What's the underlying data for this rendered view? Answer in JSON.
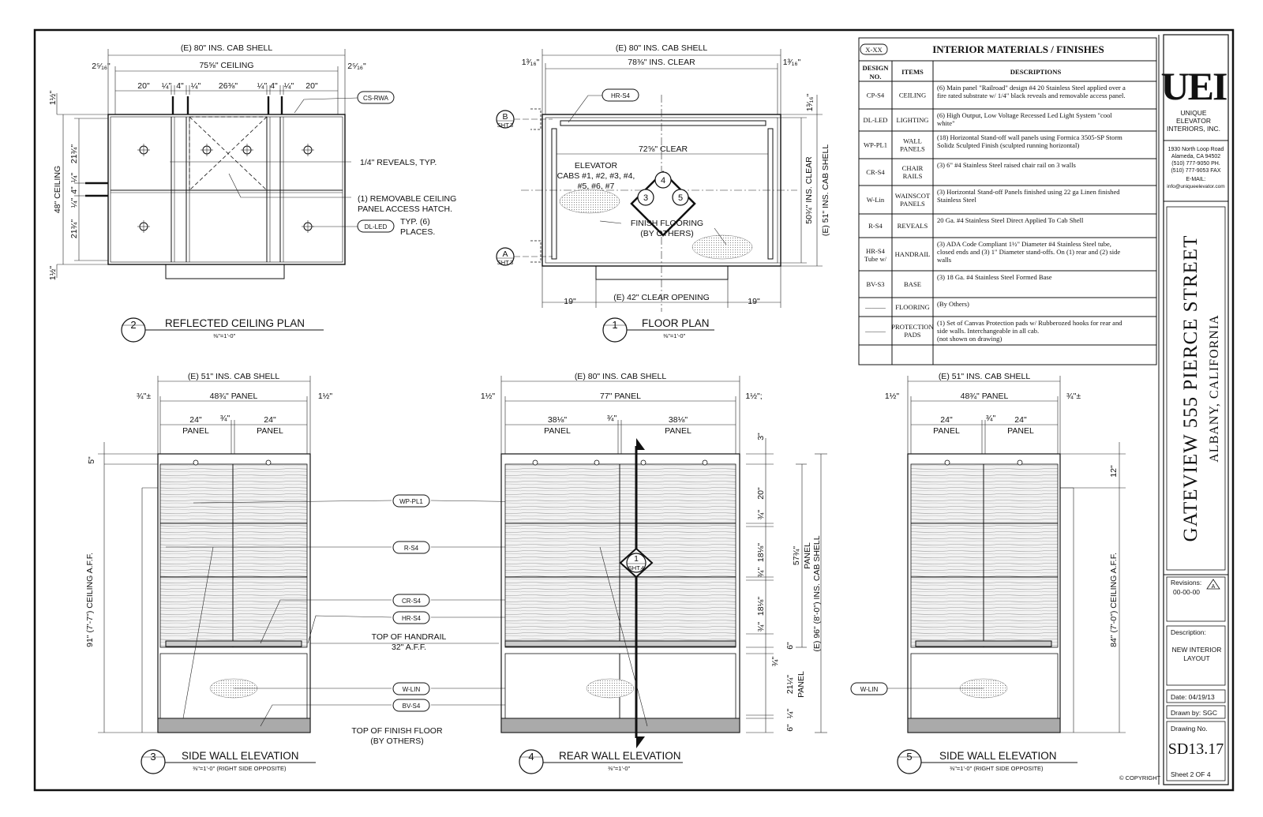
{
  "sheet": {
    "border_color": "#111111"
  },
  "ceiling_plan": {
    "dims": {
      "shell": "(E) 80\" INS. CAB SHELL",
      "ceiling": "75⅝\" CEILING",
      "left_gap": "2⁵⁄₁₆\"",
      "right_gap": "2⁵⁄₁₆\"",
      "seg_20a": "20\"",
      "seg_q1": "¼\"",
      "seg_4a": "4\"",
      "seg_q2": "¼\"",
      "seg_26": "26⅜\"",
      "seg_q3": "¼\"",
      "seg_4b": "4\"",
      "seg_q4": "¼\"",
      "seg_20b": "20\"",
      "top_half": "1½\"",
      "bot_half": "1½\"",
      "v_21a": "21¾\"",
      "v_q1": "¼\"",
      "v_4": "4\"",
      "v_q2": "¼\"",
      "v_21b": "21¾\"",
      "ceiling_depth": "48\" CEILING"
    },
    "notes": {
      "reveals": "1/4\" REVEALS, TYP.",
      "hatch_1": "(1) REMOVABLE CEILING",
      "hatch_2": "PANEL ACCESS HATCH.",
      "typ_1": "TYP. (6)",
      "typ_2": "PLACES."
    },
    "tags": {
      "cs": "CS-RWA",
      "dl": "DL-LED"
    },
    "title": {
      "num": "2",
      "name": "REFLECTED CEILING PLAN",
      "scale": "⅜\"=1'-0\""
    }
  },
  "floor_plan": {
    "dims": {
      "shell": "(E) 80\" INS. CAB SHELL",
      "clear": "78⅜\" INS. CLEAR",
      "left_gap": "1³⁄₁₆\"",
      "right_gap": "1³⁄₁₆\"",
      "inner_clear": "72⅝\" CLEAR",
      "depth_clear": "50¾\" INS. CLEAR",
      "depth_shell": "(E) 51\" INS. CAB SHELL",
      "top_gap": "1³⁄₁₆\"",
      "left_19": "19\"",
      "opening": "(E) 42\" CLEAR OPENING",
      "right_19": "19\""
    },
    "notes": {
      "cabs_1": "ELEVATOR",
      "cabs_2": "CABS #1, #2, #3, #4,",
      "cabs_3": "#5, #6, #7",
      "floor_1": "FINISH FLOORING",
      "floor_2": "(BY OTHERS)"
    },
    "tags": {
      "hr": "HR-S4"
    },
    "section_b": {
      "letter": "B",
      "sheet": "SHT.3"
    },
    "section_a": {
      "letter": "A",
      "sheet": "SHT.3"
    },
    "key": {
      "top": "4",
      "left": "3",
      "right": "5"
    },
    "title": {
      "num": "1",
      "name": "FLOOR PLAN",
      "scale": "⅜\"=1'-0\""
    }
  },
  "materials": {
    "tag": "X-XX",
    "title": "INTERIOR MATERIALS / FINISHES",
    "headers": {
      "design": "DESIGN",
      "design2": "NO.",
      "items": "ITEMS",
      "desc": "DESCRIPTIONS"
    },
    "rows": [
      {
        "code": "CP-S4",
        "code2": "",
        "item": "CEILING",
        "item2": "",
        "desc": [
          "(6) Main panel \"Railroad\" design #4 20 Stainless Steel applied over a",
          "fire rated substrate w/ 1/4\" black reveals and removable access panel."
        ]
      },
      {
        "code": "DL-LED",
        "code2": "",
        "item": "LIGHTING",
        "item2": "",
        "desc": [
          "(6) High Output, Low Voltage Recessed Led Light System \"cool",
          "white\""
        ]
      },
      {
        "code": "WP-PL1",
        "code2": "",
        "item": "WALL",
        "item2": "PANELS",
        "desc": [
          "(18) Horizontal Stand-off wall panels using Formica 3505-SP Storm",
          "Solidz Sculpted Finish (sculpted running horizontal)"
        ]
      },
      {
        "code": "CR-S4",
        "code2": "",
        "item": "CHAIR",
        "item2": "RAILS",
        "desc": [
          "(3) 6\" #4 Stainless Steel raised chair rail on 3 walls"
        ]
      },
      {
        "code": "W-Lin",
        "code2": "",
        "item": "WAINSCOT",
        "item2": "PANELS",
        "desc": [
          "(3) Horizontal Stand-off Panels finished using 22 ga Linen finished",
          "Stainless Steel"
        ]
      },
      {
        "code": "R-S4",
        "code2": "",
        "item": "REVEALS",
        "item2": "",
        "desc": [
          "20 Ga. #4 Stainless Steel Direct Applied To Cab Shell"
        ]
      },
      {
        "code": "HR-S4",
        "code2": "Tube w/",
        "item": "HANDRAIL",
        "item2": "",
        "desc": [
          "(3) ADA Code Compliant 1½\" Diameter #4 Stainless Steel tube,",
          "closed ends and (3) 1\" Diameter stand-offs. On (1) rear and (2) side",
          "walls"
        ]
      },
      {
        "code": "BV-S3",
        "code2": "",
        "item": "BASE",
        "item2": "",
        "desc": [
          "(3) 18 Ga. #4 Stainless Steel Formed Base"
        ]
      },
      {
        "code": "———",
        "code2": "",
        "item": "FLOORING",
        "item2": "",
        "desc": [
          "(By Others)"
        ]
      },
      {
        "code": "———",
        "code2": "",
        "item": "PROTECTION",
        "item2": "PADS",
        "desc": [
          "(1)  Set of Canvas Protection pads w/ Rubberozed hooks for rear and",
          "side walls.  Interchangeable in all cab.",
          "(not shown on drawing)"
        ]
      }
    ]
  },
  "side_left": {
    "dims": {
      "shell": "(E) 51\" INS. CAB SHELL",
      "panel": "48¾\" PANEL",
      "left_gap": "¾\"±",
      "right_gap": "1½\"",
      "p1": "24\"",
      "p1l": "PANEL",
      "mid": "¾\"",
      "p2": "24\"",
      "p2l": "PANEL",
      "top5": "5\"",
      "height": "91\" (7'-7\") CEILING A.F.F."
    },
    "notes": {
      "rail_1": "TOP OF HANDRAIL",
      "rail_2": "32\" A.F.F.",
      "floor_1": "TOP OF FINISH FLOOR",
      "floor_2": "(BY OTHERS)"
    },
    "tags": {
      "wp": "WP-PL1",
      "rs": "R-S4",
      "cr": "CR-S4",
      "hr": "HR-S4",
      "wl": "W-LIN",
      "bv": "BV-S4"
    },
    "title": {
      "num": "3",
      "name": "SIDE WALL ELEVATION",
      "scale": "⅜\"=1'-0\" (RIGHT SIDE OPPOSITE)"
    }
  },
  "rear": {
    "dims": {
      "shell": "(E) 80\" INS. CAB SHELL",
      "panel": "77\" PANEL",
      "left_gap": "1½\"",
      "right_gap": "1½\";",
      "p1": "38⅛\"",
      "p1l": "PANEL",
      "mid": "¾\"",
      "p2": "38⅛\"",
      "p2l": "PANEL",
      "v3": "3\"",
      "v20": "20\"",
      "vq1": "¾\"",
      "v18a": "18⅛\"",
      "vq2": "¾\"",
      "v18b": "18⅛\"",
      "vq3": "¾\"",
      "v6": "6\"",
      "vq4": "¾\"",
      "v21": "21¼\"",
      "v21l": "PANEL",
      "vq5": "¼\"",
      "v6b": "6\"",
      "panel57": "57¾\"",
      "panel57l": "PANEL",
      "height": "(E) 96\" (8'-0\") INS. CAB SHELL"
    },
    "section": {
      "num": "1",
      "sheet": "SHT.4"
    },
    "title": {
      "num": "4",
      "name": "REAR WALL ELEVATION",
      "scale": "⅜\"=1'-0\""
    }
  },
  "side_right": {
    "dims": {
      "shell": "(E) 51\" INS. CAB SHELL",
      "panel": "48¾\" PANEL",
      "left_gap": "1½\"",
      "right_gap": "¾\"±",
      "p1": "24\"",
      "p1l": "PANEL",
      "mid": "¾\"",
      "p2": "24\"",
      "p2l": "PANEL",
      "top12": "12\"",
      "height": "84\" (7'-0\") CEILING A.F.F."
    },
    "tags": {
      "wl": "W-LIN"
    },
    "title": {
      "num": "5",
      "name": "SIDE WALL ELEVATION",
      "scale": "⅜\"=1'-0\" (RIGHT SIDE OPPOSITE)"
    }
  },
  "copyright": "© COPYRIGHT",
  "title_block": {
    "logo": "UEI",
    "company": [
      "UNIQUE",
      "ELEVATOR",
      "INTERIORS, INC."
    ],
    "address": [
      "1930 North Loop Road",
      "Alameda, CA 94502",
      "(510) 777-9050 PH.",
      "(510) 777-9053 FAX",
      "E-MAIL:",
      "info@uniqueelevator.com"
    ],
    "project": "GATEVIEW 555 PIERCE STREET",
    "location": "ALBANY, CALIFORNIA",
    "revisions_label": "Revisions:",
    "revisions_value": "00-00-00",
    "rev_symbol": "A",
    "description_label": "Description:",
    "description": [
      "NEW INTERIOR",
      "LAYOUT"
    ],
    "date": "Date: 04/19/13",
    "drawn": "Drawn by:  SGC",
    "drawing_label": "Drawing No.",
    "drawing_no": "SD13.17",
    "sheet": "Sheet  2  OF  4"
  }
}
